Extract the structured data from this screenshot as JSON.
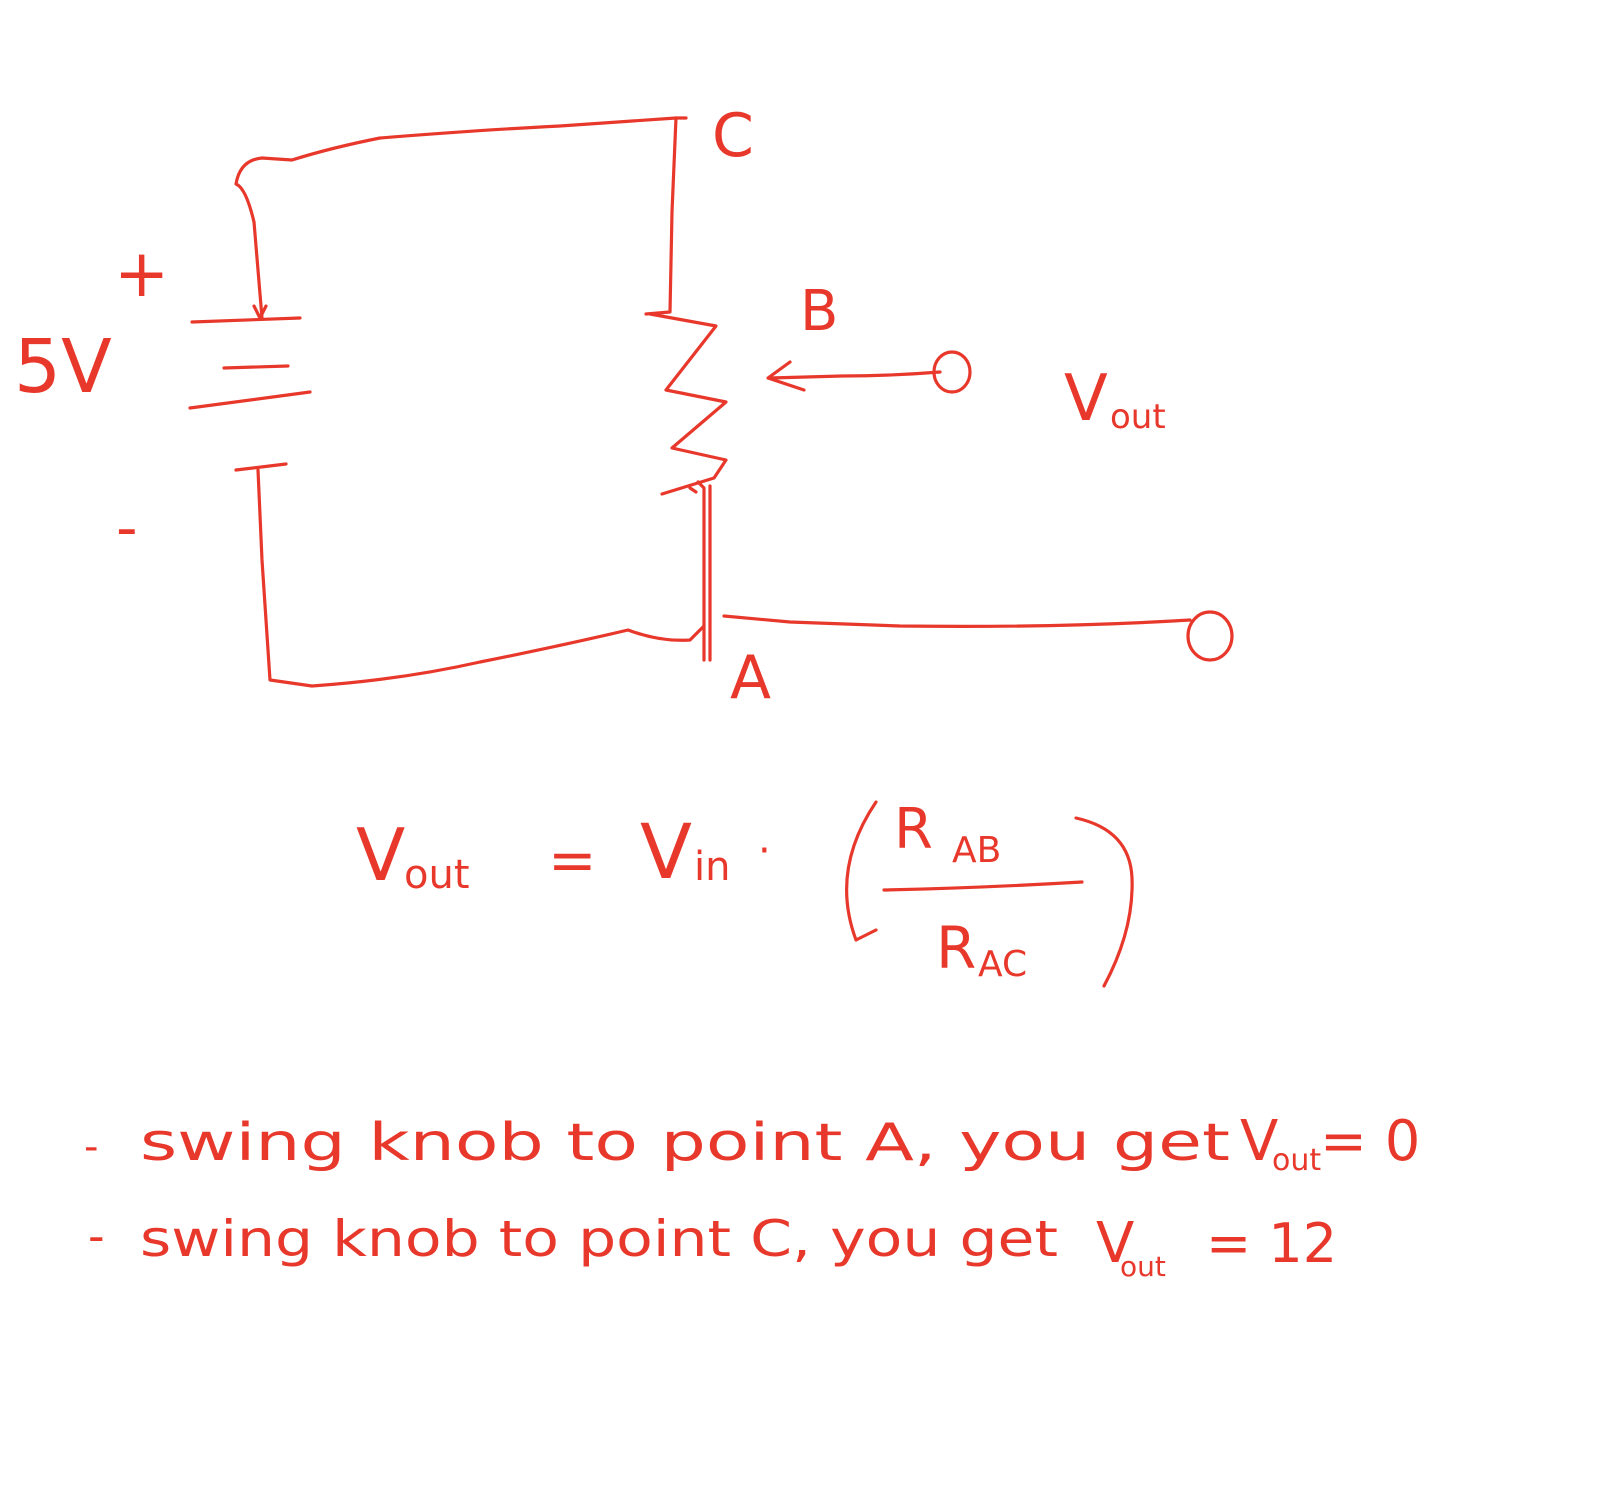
{
  "canvas": {
    "background": "#ffffff",
    "ink_color": "#e8382b"
  },
  "circuit": {
    "source_voltage": "5V",
    "plus_sign": "+",
    "minus_sign": "-",
    "node_a": "A",
    "node_b": "B",
    "node_c": "C",
    "output_label": {
      "main": "V",
      "sub": "out"
    }
  },
  "formula": {
    "lhs_main": "V",
    "lhs_sub": "out",
    "equals": "=",
    "vin_main": "V",
    "vin_sub": "in",
    "dot": "·",
    "numerator_main": "R",
    "numerator_sub": "AB",
    "denominator_main": "R",
    "denominator_sub": "AC"
  },
  "notes": [
    {
      "bullet": "-",
      "text": "swing knob to point A, you get",
      "result_main": "V",
      "result_sub": "out",
      "result_value": "= 0"
    },
    {
      "bullet": "-",
      "text": "swing knob to point C, you get",
      "result_main": "V",
      "result_sub": "out",
      "result_value": "= 12"
    }
  ]
}
